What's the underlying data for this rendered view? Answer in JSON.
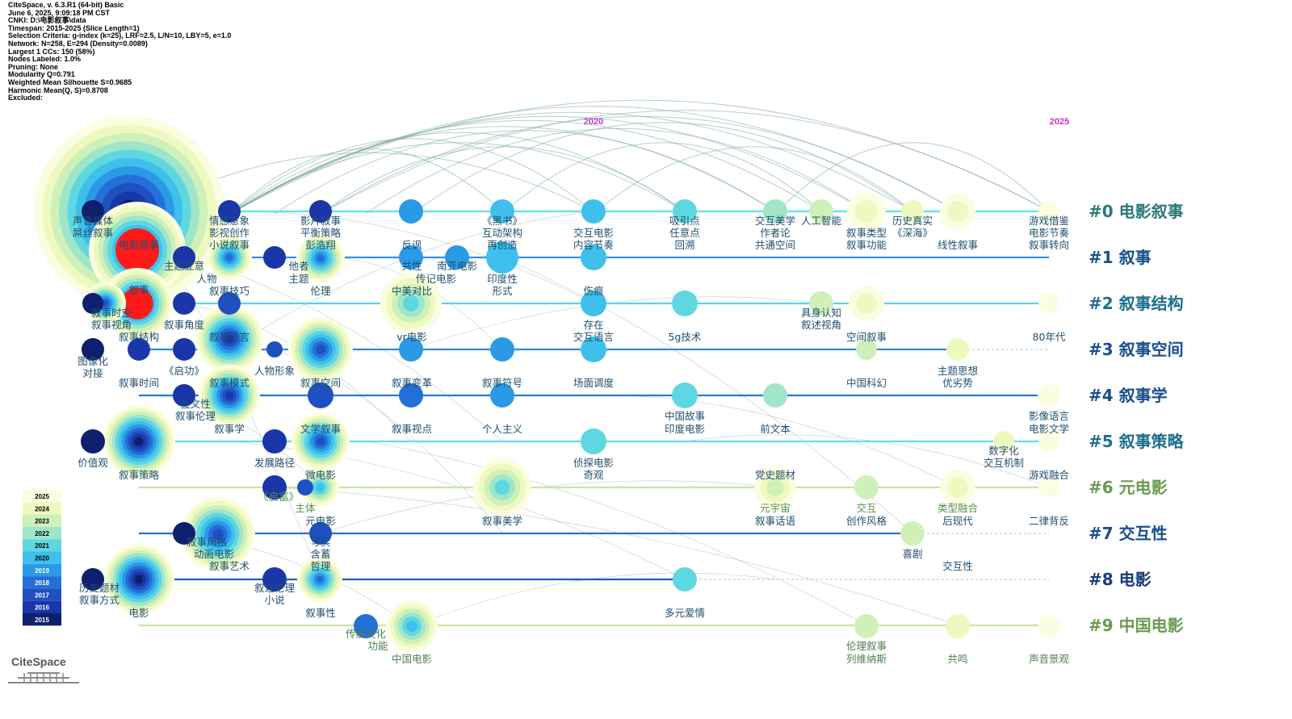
{
  "meta": [
    "CiteSpace, v. 6.3.R1 (64-bit) Basic",
    "June 6, 2025, 9:09:18 PM CST",
    "CNKI: D:\\电影叙事\\data",
    "Timespan: 2015-2025 (Slice Length=1)",
    "Selection Criteria: g-index (k=25), LRF=2.5, L/N=10, LBY=5, e=1.0",
    "Network: N=258, E=294 (Density=0.0089)",
    "Largest 1 CCs: 150 (58%)",
    "Nodes Labeled: 1.0%",
    "Pruning: None",
    "Modularity Q=0.791",
    "Weighted Mean Silhouette S=0.9685",
    "Harmonic Mean(Q, S)=0.8708",
    "Excluded:"
  ],
  "year_markers": [
    "2020",
    "2025"
  ],
  "year_range": [
    2015,
    2025
  ],
  "clusters": [
    {
      "label": "#0 电影叙事",
      "color": "#2d7a78",
      "line_color": "#5fe3ea"
    },
    {
      "label": "#1 叙事",
      "color": "#1a4f8a",
      "line_color": "#3a8fdf"
    },
    {
      "label": "#2 叙事结构",
      "color": "#1e6e8c",
      "line_color": "#4fd8ec"
    },
    {
      "label": "#3 叙事空间",
      "color": "#1a4f8a",
      "line_color": "#2f8bde"
    },
    {
      "label": "#4 叙事学",
      "color": "#1a4f8a",
      "line_color": "#2979d6"
    },
    {
      "label": "#5 叙事策略",
      "color": "#1e6e8c",
      "line_color": "#5ee0ea"
    },
    {
      "label": "#6 元电影",
      "color": "#6a9a52",
      "line_color": "#c8e6a0"
    },
    {
      "label": "#7 交互性",
      "color": "#1a4f8a",
      "line_color": "#2a72cc"
    },
    {
      "label": "#8 电影",
      "color": "#1a3b78",
      "line_color": "#1e5cc0"
    },
    {
      "label": "#9 中国电影",
      "color": "#6a9a52",
      "line_color": "#c8e6a0"
    }
  ],
  "keywords": [
    {
      "text": "声音媒体"
    },
    {
      "text": "屌丝叙事"
    },
    {
      "text": "电影叙事"
    },
    {
      "text": "主题立意"
    },
    {
      "text": "叙事"
    },
    {
      "text": "叙事时空"
    },
    {
      "text": "叙事视角"
    },
    {
      "text": "叙事结构"
    },
    {
      "text": "叙事角度"
    },
    {
      "text": "图像化"
    },
    {
      "text": "对接"
    },
    {
      "text": "情感意象"
    },
    {
      "text": "影视创作"
    },
    {
      "text": "小说叙事"
    },
    {
      "text": "人物"
    },
    {
      "text": "叙事技巧"
    },
    {
      "text": "叙事语言"
    },
    {
      "text": "影片叙事"
    },
    {
      "text": "平衡策略"
    },
    {
      "text": "彭浩翔"
    },
    {
      "text": "他者"
    },
    {
      "text": "主题"
    },
    {
      "text": "伦理"
    },
    {
      "text": "反讽"
    },
    {
      "text": "共性"
    },
    {
      "text": "传记电影"
    },
    {
      "text": "南亚电影"
    },
    {
      "text": "印度性"
    },
    {
      "text": "中美对比"
    },
    {
      "text": "《黑书》"
    },
    {
      "text": "互动架构"
    },
    {
      "text": "再创造"
    },
    {
      "text": "形式"
    },
    {
      "text": "交互电影"
    },
    {
      "text": "内容节奏"
    },
    {
      "text": "伤痕"
    },
    {
      "text": "吸引点"
    },
    {
      "text": "任意点"
    },
    {
      "text": "回溯"
    },
    {
      "text": "交互美学"
    },
    {
      "text": "作者论"
    },
    {
      "text": "共通空间"
    },
    {
      "text": "人工智能"
    },
    {
      "text": "叙事类型"
    },
    {
      "text": "叙事功能"
    },
    {
      "text": "历史真实"
    },
    {
      "text": "《深海》"
    },
    {
      "text": "线性叙事"
    },
    {
      "text": "游戏借鉴"
    },
    {
      "text": "电影节奏"
    },
    {
      "text": "叙事转向"
    },
    {
      "text": "具身认知"
    },
    {
      "text": "叙述视角"
    },
    {
      "text": "vr电影"
    },
    {
      "text": "存在"
    },
    {
      "text": "交互语言"
    },
    {
      "text": "5g技术"
    },
    {
      "text": "空间叙事"
    },
    {
      "text": "80年代"
    },
    {
      "text": "《启功》"
    },
    {
      "text": "人物形象"
    },
    {
      "text": "叙事时间"
    },
    {
      "text": "叙事模式"
    },
    {
      "text": "叙事空间"
    },
    {
      "text": "叙事变革"
    },
    {
      "text": "叙事符号"
    },
    {
      "text": "场面调度"
    },
    {
      "text": "中国科幻"
    },
    {
      "text": "主题思想"
    },
    {
      "text": "优劣势"
    },
    {
      "text": "互文性"
    },
    {
      "text": "叙事伦理"
    },
    {
      "text": "叙事学"
    },
    {
      "text": "文学叙事"
    },
    {
      "text": "叙事视点"
    },
    {
      "text": "个人主义"
    },
    {
      "text": "中国故事"
    },
    {
      "text": "印度电影"
    },
    {
      "text": "前文本"
    },
    {
      "text": "影像语言"
    },
    {
      "text": "电影文学"
    },
    {
      "text": "价值观"
    },
    {
      "text": "叙事策略"
    },
    {
      "text": "发展路径"
    },
    {
      "text": "微电影"
    },
    {
      "text": "侦探电影"
    },
    {
      "text": "奇观"
    },
    {
      "text": "数字化"
    },
    {
      "text": "交互机制"
    },
    {
      "text": "党史题材"
    },
    {
      "text": "游戏融合"
    },
    {
      "text": "《启富》"
    },
    {
      "text": "主体"
    },
    {
      "text": "元电影"
    },
    {
      "text": "叙事美学"
    },
    {
      "text": "元宇宙"
    },
    {
      "text": "叙事话语"
    },
    {
      "text": "交互"
    },
    {
      "text": "创作风格"
    },
    {
      "text": "类型融合"
    },
    {
      "text": "后现代"
    },
    {
      "text": "二律背反"
    },
    {
      "text": "叙事风格"
    },
    {
      "text": "动画电影"
    },
    {
      "text": "叙事艺术"
    },
    {
      "text": "写实"
    },
    {
      "text": "含蓄"
    },
    {
      "text": "哲理"
    },
    {
      "text": "喜剧"
    },
    {
      "text": "交互性"
    },
    {
      "text": "历史题材"
    },
    {
      "text": "叙事方式"
    },
    {
      "text": "电影"
    },
    {
      "text": "叙述伦理"
    },
    {
      "text": "小说"
    },
    {
      "text": "叙事性"
    },
    {
      "text": "多元爱情"
    },
    {
      "text": "传统文化"
    },
    {
      "text": "功能"
    },
    {
      "text": "中国电影"
    },
    {
      "text": "伦理叙事"
    },
    {
      "text": "列维纳斯"
    },
    {
      "text": "共鸣"
    },
    {
      "text": "声音景观"
    }
  ],
  "legend": {
    "years": [
      "2025",
      "2024",
      "2023",
      "2022",
      "2021",
      "2020",
      "2019",
      "2018",
      "2017",
      "2016",
      "2015"
    ],
    "colors": [
      "#fbfde0",
      "#eef9c0",
      "#cff0b8",
      "#9fe6c8",
      "#5fd7e0",
      "#3fc0ec",
      "#2a9ae6",
      "#2470d8",
      "#1e50c0",
      "#1a36a8",
      "#0e1f6e"
    ]
  },
  "logo": "CiteSpace"
}
